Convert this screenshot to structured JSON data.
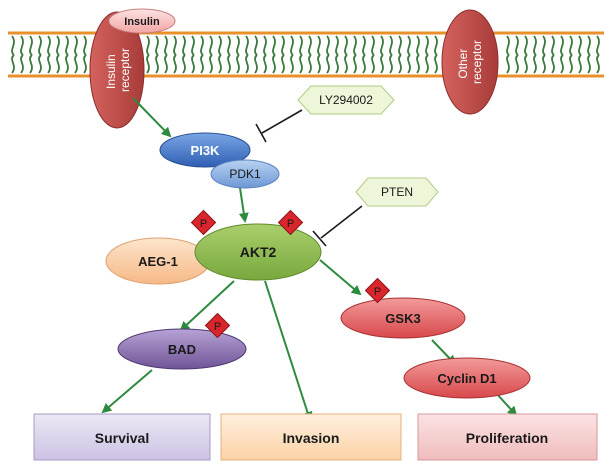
{
  "membrane": {
    "line_color": "#e8902a",
    "wave_color": "#3a7a3a"
  },
  "receptors": {
    "insulin_receptor": "Insulin receptor",
    "insulin": "Insulin",
    "other_receptor": "Other receptor"
  },
  "nodes": {
    "pi3k": "PI3K",
    "pdk1": "PDK1",
    "akt2": "AKT2",
    "aeg1": "AEG-1",
    "gsk3": "GSK3",
    "bad": "BAD",
    "cyclin_d1": "Cyclin D1"
  },
  "inhibitors": {
    "ly294002": "LY294002",
    "pten": "PTEN"
  },
  "phospho_label": "P",
  "outcomes": {
    "survival": "Survival",
    "invasion": "Invasion",
    "proliferation": "Proliferation"
  },
  "colors": {
    "arrow": "#2e8b3e",
    "receptor": "#c0504d",
    "pi3k": "#3a6fc4",
    "akt2": "#8dbb4c",
    "aeg1": "#fbd0a6",
    "gsk3": "#e0585a",
    "bad": "#8064a2",
    "phospho": "#d9262c",
    "survival_box": "#ddd6ee",
    "invasion_box": "#fde3c4",
    "proliferation_box": "#f6cfcf"
  }
}
